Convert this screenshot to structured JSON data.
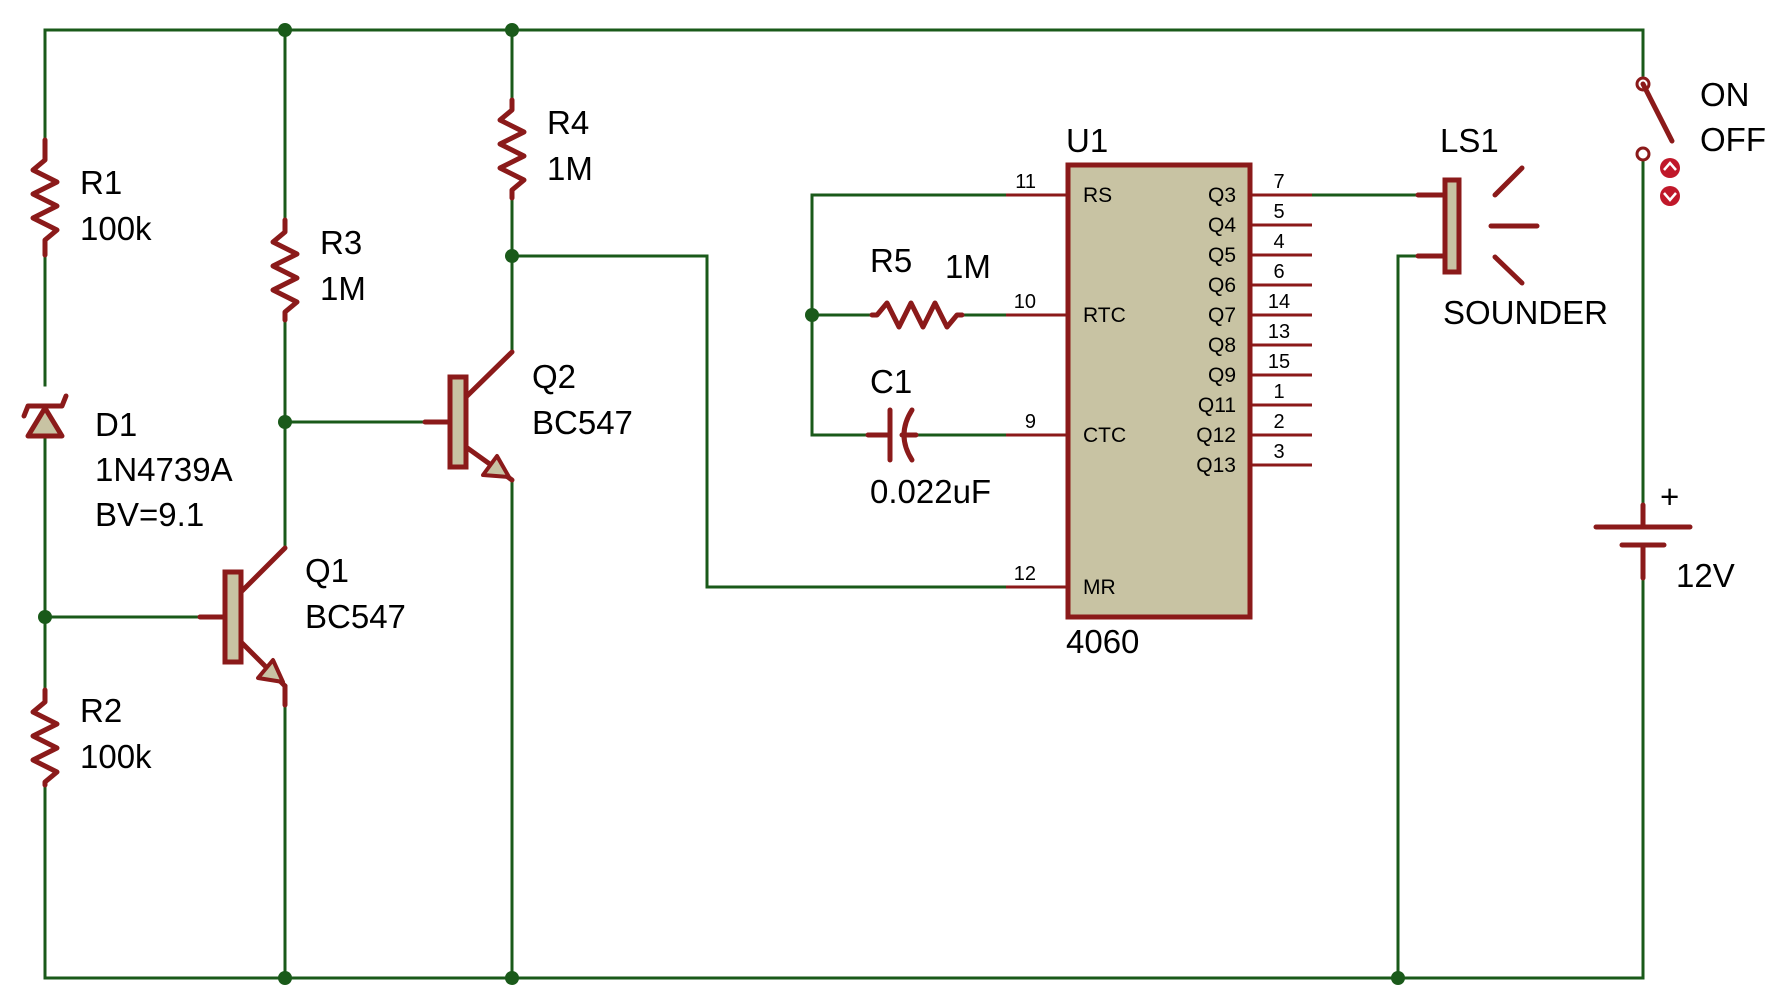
{
  "components": {
    "r1": {
      "ref": "R1",
      "value": "100k"
    },
    "r2": {
      "ref": "R2",
      "value": "100k"
    },
    "r3": {
      "ref": "R3",
      "value": "1M"
    },
    "r4": {
      "ref": "R4",
      "value": "1M"
    },
    "r5": {
      "ref": "R5",
      "value": "1M"
    },
    "d1": {
      "ref": "D1",
      "part": "1N4739A",
      "param": "BV=9.1"
    },
    "q1": {
      "ref": "Q1",
      "part": "BC547"
    },
    "q2": {
      "ref": "Q2",
      "part": "BC547"
    },
    "c1": {
      "ref": "C1",
      "value": "0.022uF"
    },
    "u1": {
      "ref": "U1",
      "part": "4060"
    },
    "ls1": {
      "ref": "LS1",
      "part": "SOUNDER"
    },
    "switch": {
      "on": "ON",
      "off": "OFF"
    },
    "battery": {
      "plus": "+",
      "voltage": "12V"
    }
  },
  "ic": {
    "left_pins": [
      {
        "name": "RS",
        "num": "11"
      },
      {
        "name": "RTC",
        "num": "10"
      },
      {
        "name": "CTC",
        "num": "9"
      },
      {
        "name": "MR",
        "num": "12"
      }
    ],
    "right_pins": [
      {
        "name": "Q3",
        "num": "7"
      },
      {
        "name": "Q4",
        "num": "5"
      },
      {
        "name": "Q5",
        "num": "4"
      },
      {
        "name": "Q6",
        "num": "6"
      },
      {
        "name": "Q7",
        "num": "14"
      },
      {
        "name": "Q8",
        "num": "13"
      },
      {
        "name": "Q9",
        "num": "15"
      },
      {
        "name": "Q11",
        "num": "1"
      },
      {
        "name": "Q12",
        "num": "2"
      },
      {
        "name": "Q13",
        "num": "3"
      }
    ]
  }
}
